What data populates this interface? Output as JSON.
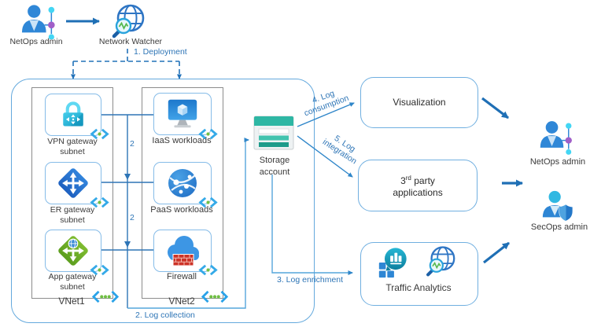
{
  "header": {
    "netops_admin": "NetOps admin",
    "network_watcher": "Network Watcher"
  },
  "flows": {
    "deployment": "1. Deployment",
    "link_count": "2",
    "collection": "2. Log collection",
    "enrichment": "3. Log enrichment",
    "consumption": "4. Log\nconsumption",
    "integration": "5. Log\nintegration"
  },
  "vnet1": {
    "label": "VNet1",
    "items": [
      {
        "label": "VPN gateway\nsubnet"
      },
      {
        "label": "ER gateway\nsubnet"
      },
      {
        "label": "App gateway\nsubnet"
      }
    ]
  },
  "vnet2": {
    "label": "VNet2",
    "items": [
      {
        "label": "IaaS workloads"
      },
      {
        "label": "PaaS workloads"
      },
      {
        "label": "Firewall"
      }
    ]
  },
  "storage": {
    "label": "Storage\naccount"
  },
  "destinations": {
    "visualization": "Visualization",
    "third_party": {
      "num": "3",
      "sup": "rd",
      "rest": " party",
      "line2": "applications"
    },
    "traffic_analytics": "Traffic Analytics"
  },
  "admins": {
    "netops": "NetOps admin",
    "secops": "SecOps admin"
  },
  "colors": {
    "line_blue": "#2e75b6",
    "light_line_blue": "#55a5dc",
    "thick_arrow_blue": "#1f6fb5",
    "container_border": "#64a9dd",
    "box_border": "#86bce8",
    "vnet_border": "#8c8c8c",
    "storage_teal": "#2eb7a4",
    "nsg_green": "#70bf44",
    "label_text": "#3a3a3a"
  }
}
